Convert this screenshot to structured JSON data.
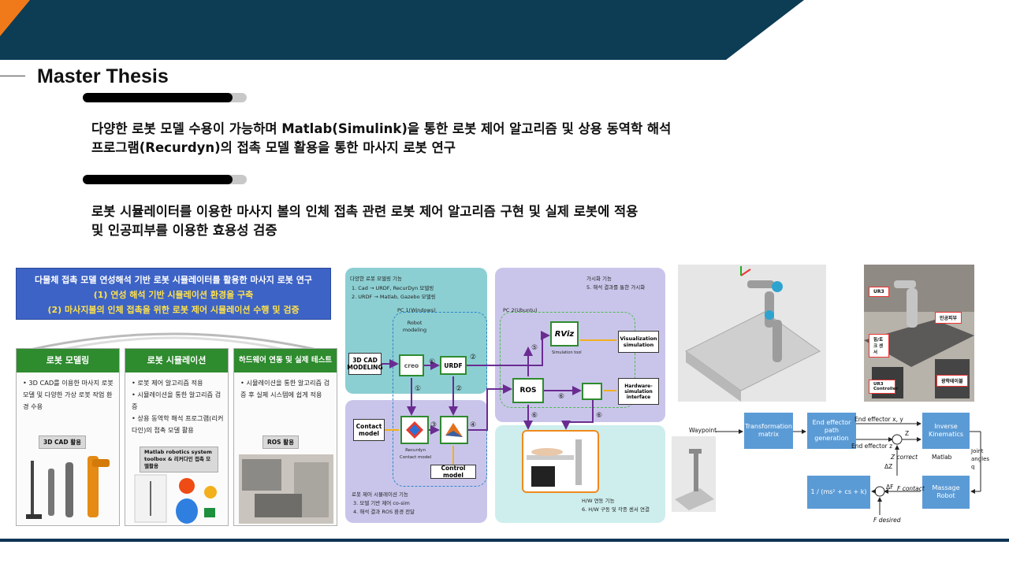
{
  "slide": {
    "title": "Master Thesis",
    "para1_line1": "다양한 로봇 모델 수용이 가능하며 Matlab(Simulink)을 통한 로봇 제어 알고리즘 및 상용 동역학 해석",
    "para1_line2": "프로그램(Recurdyn)의 접촉 모델 활용을 통한 마사지 로봇 연구",
    "para2_line1": "로봇 시뮬레이터를 이용한 마사지 볼의 인체 접촉 관련 로봇 제어 알고리즘 구현 및 실제 로봇에 적용",
    "para2_line2": "및 인공피부를 이용한 효용성 검증"
  },
  "colors": {
    "header_navy": "#0d3c55",
    "header_orange": "#f07a1a",
    "accent_green": "#2e8b2e",
    "banner_blue": "#3d63c6",
    "diagram_block_blue": "#5b9bd5"
  },
  "panel1": {
    "banner_line1": "다물체 접촉 모델 연성해석 기반 로봇 시뮬레이터를 활용한 마사지 로봇 연구",
    "banner_line2": "(1) 연성 해석 기반 시뮬레이션 환경을 구축",
    "banner_line3": "(2) 마사지볼의 인체 접촉을 위한 로봇 제어 시뮬레이션 수행 및 검증",
    "col1_title": "로봇 모델링",
    "col1_text": "• 3D CAD를 이용한 마사지 로봇 모델 및 다양한 가상 로봇 작업 환경 수용",
    "col1_chip": "3D CAD 활용",
    "col2_title": "로봇 시뮬레이션",
    "col2_text1": "• 로봇 제어 알고리즘 적용",
    "col2_text2": "• 시뮬레이션을 통한 알고리즘 검증",
    "col2_text3": "• 상용 동역학 해석 프로그램(리커다인)의 접촉 모델 활용",
    "col2_chip": "Matlab robotics system toolbox & 리커다인 접촉 모델활용",
    "col3_title": "하드웨어 연동 및 실제 테스트",
    "col3_text": "• 시뮬레이션을 통한 알고리즘 검증 후 실제 시스템에 쉽게 적용",
    "col3_chip": "ROS 활용"
  },
  "panel2": {
    "left_title": "다양한 로봇 모델링 기능",
    "left_item1": "1.  Cad → URDF, RecurDyn 모델링",
    "left_item2": "2.  URDF → Matlab, Gazebo 모델링",
    "pc1_label": "PC 1(Windows)",
    "pc2_label": "PC 2(Ubuntu)",
    "right_title": "가시화 기능",
    "right_item": "5. 해석 결과를 통한 가시화",
    "cad_box": "3D CAD MODELING",
    "robot_modeling": "Robot modeling",
    "creo_label": "creo",
    "urdf_box": "URDF",
    "ros_box": "ROS",
    "rviz_box": "RViz",
    "sim_tool": "Simulation tool",
    "vis_sim": "Visualization simulation",
    "hw_sim": "Hardware-simulation interface",
    "contact_model": "Contact model",
    "recurdyn_label": "Recurdyn Contact model",
    "control_model": "Control model",
    "bottom_left_title": "로봇 제어 시뮬레이션 기능",
    "bottom_left_item1": "3. 모델 기반 제어 co-sim",
    "bottom_left_item2": "4. 해석 결과 ROS 환경 전달",
    "bottom_right_title": "H/W 연동 기능",
    "bottom_right_item": "6. H/W 구동 및 각종 센서 연결",
    "n1": "①",
    "n2": "②",
    "n3": "③",
    "n4": "④",
    "n5": "⑤",
    "n6": "⑥"
  },
  "photo2": {
    "ur3": "UR3",
    "skin": "인공피부",
    "force": "힘/토크 센서",
    "controller": "UR3 Controller",
    "table": "광학테이블"
  },
  "block_diagram": {
    "waypoint": "Waypoint",
    "transform": "Transformation matrix",
    "end_path": "End effector path generation",
    "inverse": "Inverse Kinematics",
    "massage": "Massage Robot",
    "transfer": "1 / (ms² + cs + k)",
    "end_xy": "End effector x, y",
    "end_z": "End effector z",
    "z_label": "Z",
    "z_correct": "Z correct",
    "dz": "ΔZ",
    "df": "ΔF",
    "f_contact": "F contact",
    "f_desired": "F desired",
    "matlab": "Matlab",
    "joint_angles": "Joint angles q"
  }
}
